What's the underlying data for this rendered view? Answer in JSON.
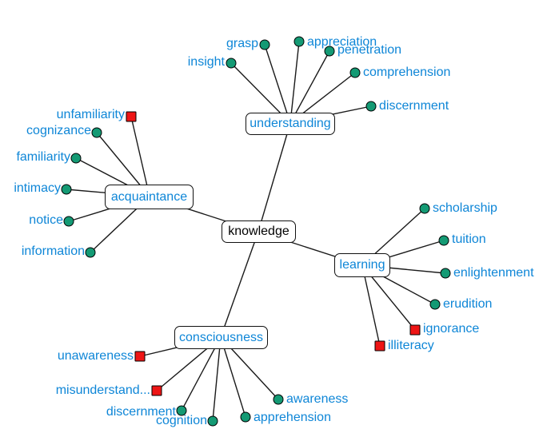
{
  "diagram": {
    "type": "word-relationship mind map",
    "center": {
      "label": "knowledge"
    },
    "branches": [
      {
        "label": "understanding",
        "leaves": [
          {
            "label": "insight",
            "marker": "circle"
          },
          {
            "label": "grasp",
            "marker": "circle"
          },
          {
            "label": "appreciation",
            "marker": "circle"
          },
          {
            "label": "penetration",
            "marker": "circle"
          },
          {
            "label": "comprehension",
            "marker": "circle"
          },
          {
            "label": "discernment",
            "marker": "circle"
          }
        ]
      },
      {
        "label": "acquaintance",
        "leaves": [
          {
            "label": "unfamiliarity",
            "marker": "square"
          },
          {
            "label": "cognizance",
            "marker": "circle"
          },
          {
            "label": "familiarity",
            "marker": "circle"
          },
          {
            "label": "intimacy",
            "marker": "circle"
          },
          {
            "label": "notice",
            "marker": "circle"
          },
          {
            "label": "information",
            "marker": "circle"
          }
        ]
      },
      {
        "label": "learning",
        "leaves": [
          {
            "label": "scholarship",
            "marker": "circle"
          },
          {
            "label": "tuition",
            "marker": "circle"
          },
          {
            "label": "enlightenment",
            "marker": "circle"
          },
          {
            "label": "erudition",
            "marker": "circle"
          },
          {
            "label": "ignorance",
            "marker": "square"
          },
          {
            "label": "illiteracy",
            "marker": "square"
          }
        ]
      },
      {
        "label": "consciousness",
        "leaves": [
          {
            "label": "unawareness",
            "marker": "square"
          },
          {
            "label": "misunderstand...",
            "marker": "square"
          },
          {
            "label": "discernment",
            "marker": "circle"
          },
          {
            "label": "cognition",
            "marker": "circle"
          },
          {
            "label": "apprehension",
            "marker": "circle"
          },
          {
            "label": "awareness",
            "marker": "circle"
          }
        ]
      }
    ],
    "legend_semantics": {
      "circle_marker": "related word",
      "square_marker": "antonym"
    },
    "colors": {
      "label_text": "#0e86d7",
      "center_text": "#000000",
      "circle_marker": "#149a74",
      "square_marker": "#ee1515",
      "edge": "#1a1a1a",
      "background": "#ffffff"
    }
  }
}
